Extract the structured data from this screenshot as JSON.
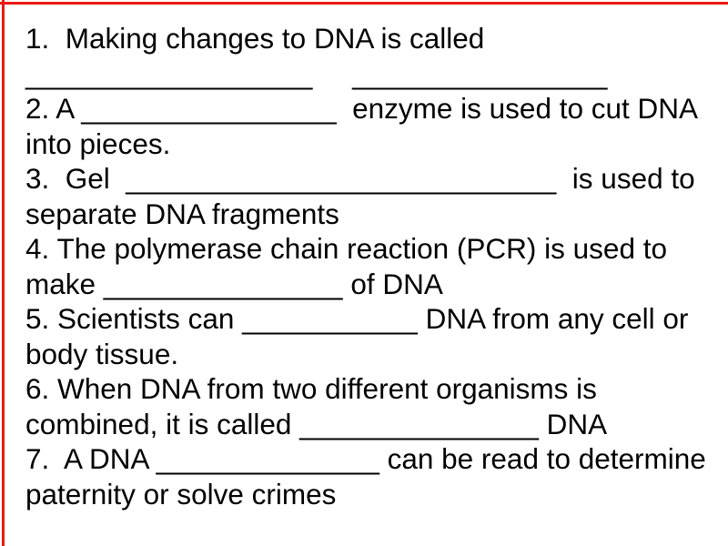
{
  "slide": {
    "kind": "presentation-slide",
    "topic": "DNA fill-in-the-blank worksheet"
  },
  "colors": {
    "background": "#ffffff",
    "text": "#000000",
    "accent_border": "#ea1a12"
  },
  "worksheet": {
    "lines": [
      "1.  Making changes to DNA is called",
      "__________________     ________________",
      "2. A ________________  enzyme is used to cut DNA",
      "into pieces.",
      "3.  Gel  ___________________________  is used to",
      "separate DNA fragments",
      "4. The polymerase chain reaction (PCR) is used to",
      "make _______________ of DNA",
      "5. Scientists can ___________ DNA from any cell or",
      "body tissue.",
      "6. When DNA from two different organisms is",
      "combined, it is called _______________ DNA",
      "7.  A DNA ______________ can be read to determine",
      "paternity or solve crimes"
    ]
  }
}
